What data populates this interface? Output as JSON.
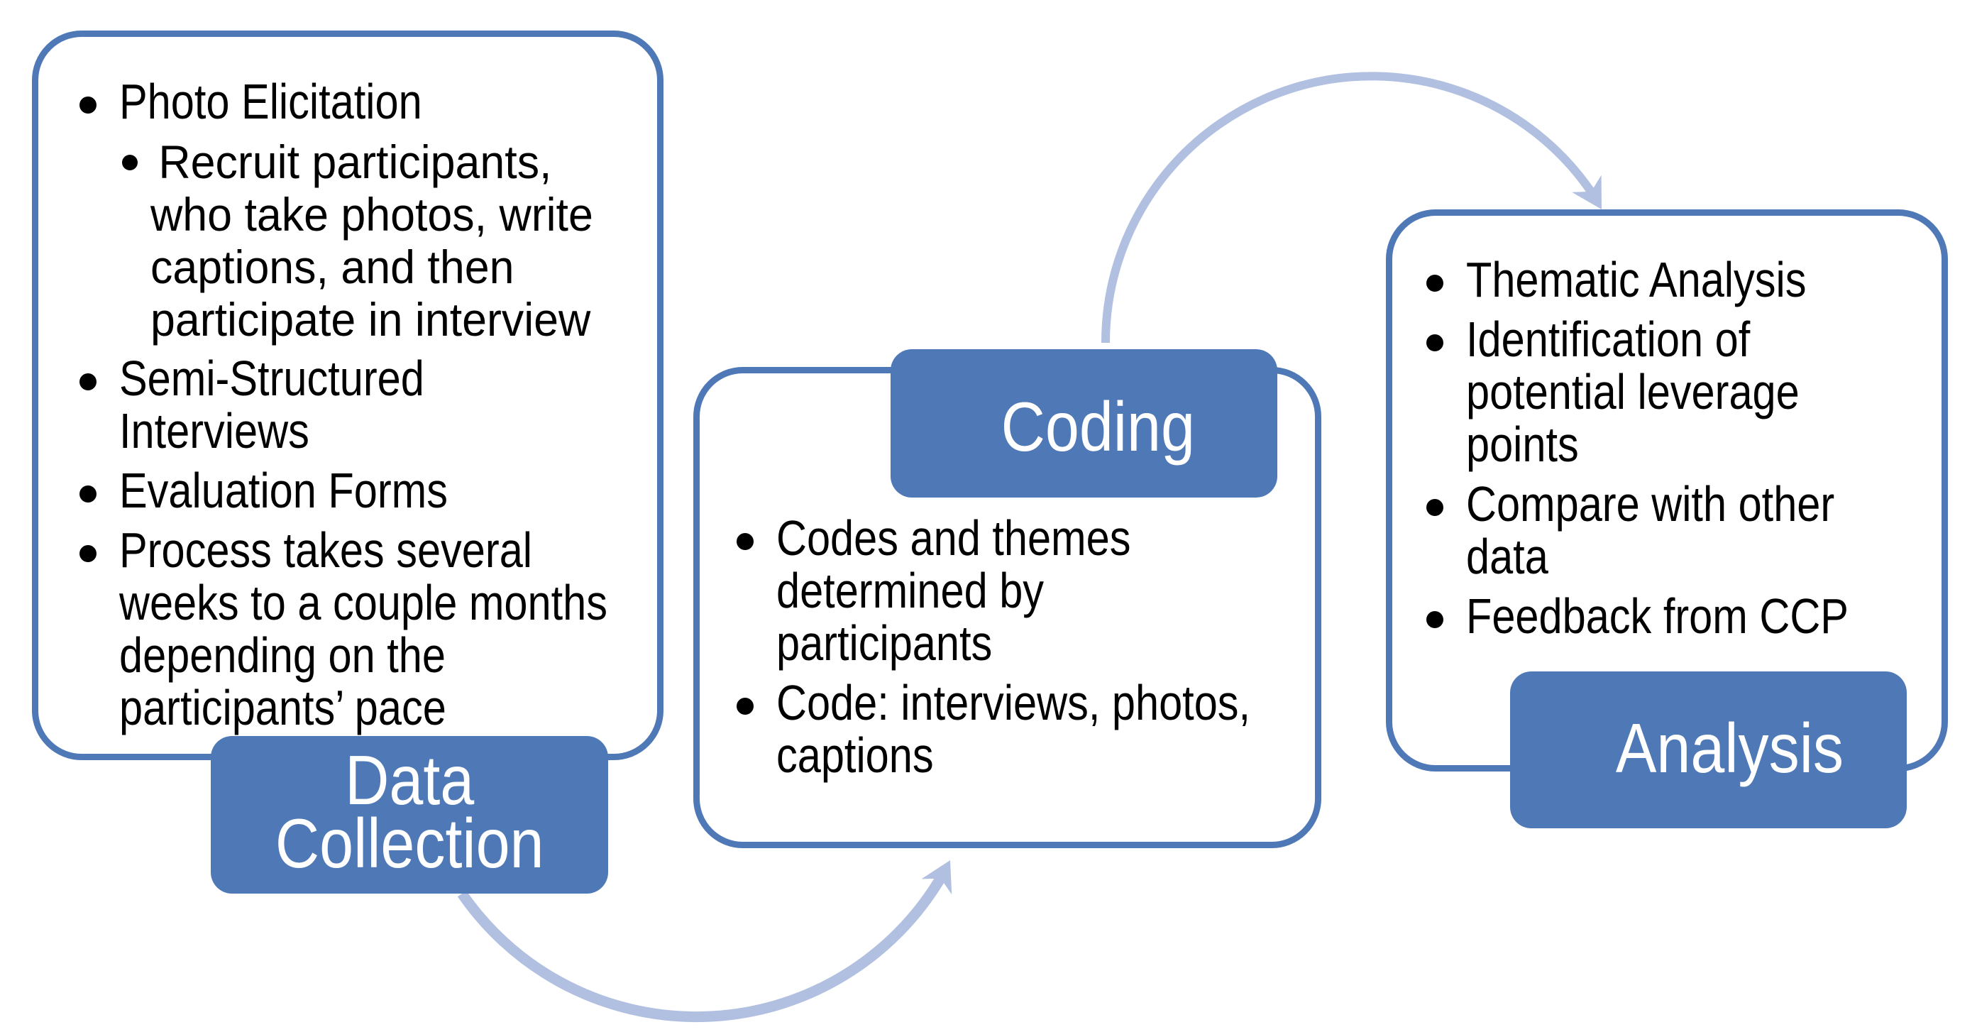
{
  "diagram": {
    "type": "process-flow",
    "background": "#ffffff"
  },
  "colors": {
    "shape_blue": "#4f78b7",
    "arrow_blue": "#b1c0e0",
    "text_black": "#000000",
    "label_text": "#ffffff"
  },
  "stages": [
    {
      "label": "Data\nCollection",
      "bullets": [
        {
          "level": 1,
          "text": "Photo Elicitation"
        },
        {
          "level": 2,
          "text": "Recruit participants,\nwho take photos, write\ncaptions, and then\nparticipate in interview"
        },
        {
          "level": 1,
          "text": "Semi-Structured\nInterviews"
        },
        {
          "level": 1,
          "text": "Evaluation Forms"
        },
        {
          "level": 1,
          "text": "Process takes several\nweeks to a couple months\ndepending on the\nparticipants’ pace"
        }
      ]
    },
    {
      "label": "Coding",
      "bullets": [
        {
          "level": 1,
          "text": "Codes and themes\ndetermined by\nparticipants"
        },
        {
          "level": 1,
          "text": "Code: interviews, photos,\ncaptions"
        }
      ]
    },
    {
      "label": "Analysis",
      "bullets": [
        {
          "level": 1,
          "text": "Thematic Analysis"
        },
        {
          "level": 1,
          "text": "Identification of\npotential leverage\npoints"
        },
        {
          "level": 1,
          "text": "Compare with other\ndata"
        },
        {
          "level": 1,
          "text": "Feedback from CCP"
        }
      ]
    }
  ],
  "arrows": [
    {
      "name": "data-collection-to-coding",
      "from": "Data Collection",
      "to": "Coding"
    },
    {
      "name": "coding-to-analysis",
      "from": "Coding",
      "to": "Analysis"
    }
  ]
}
